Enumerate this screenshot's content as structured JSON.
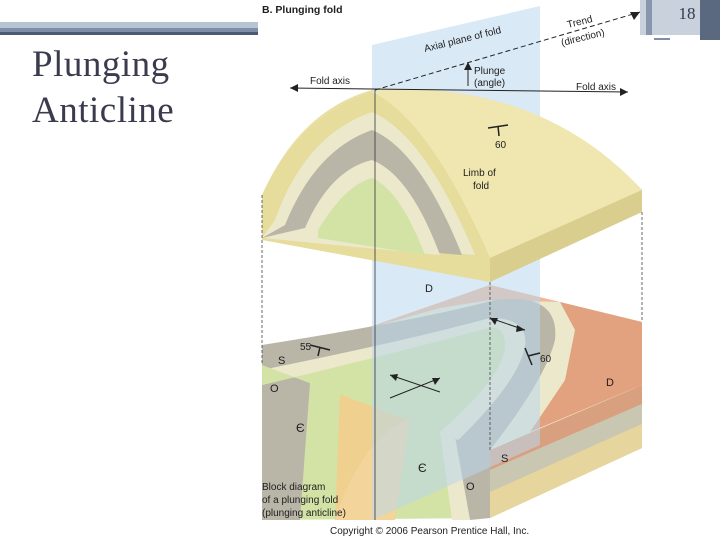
{
  "slide": {
    "title_line1": "Plunging",
    "title_line2": "Anticline",
    "page_number": "18"
  },
  "figure": {
    "heading": "B. Plunging fold",
    "axial_plane": "Axial plane of fold",
    "trend": "Trend",
    "trend_sub": "(direction)",
    "plunge": "Plunge",
    "plunge_sub": "(angle)",
    "fold_axis_left": "Fold axis",
    "fold_axis_right": "Fold axis",
    "limb_line1": "Limb of",
    "limb_line2": "fold",
    "dip_60_top": "60",
    "dip_55": "55",
    "dip_60_map": "60",
    "unit_d_back": "D",
    "unit_d_right": "D",
    "unit_s_left": "S",
    "unit_s_front": "S",
    "unit_o_left": "O",
    "unit_o_front": "O",
    "unit_cambrian_1": "Є",
    "unit_cambrian_2": "Є",
    "caption_line1": "Block diagram",
    "caption_line2": "of a plunging fold",
    "caption_line3": "(plunging anticline)",
    "copyright": "Copyright © 2006 Pearson Prentice Hall, Inc."
  },
  "colors": {
    "title": "#3b3b4e",
    "sandstone_top": "#e8dfa4",
    "gray_band": "#b9b6a8",
    "green_core": "#d3e3a6",
    "pale_band": "#ece8cc",
    "salmon": "#e2a27f",
    "peach": "#efc07f",
    "axial_plane": "#b9d7ec"
  }
}
